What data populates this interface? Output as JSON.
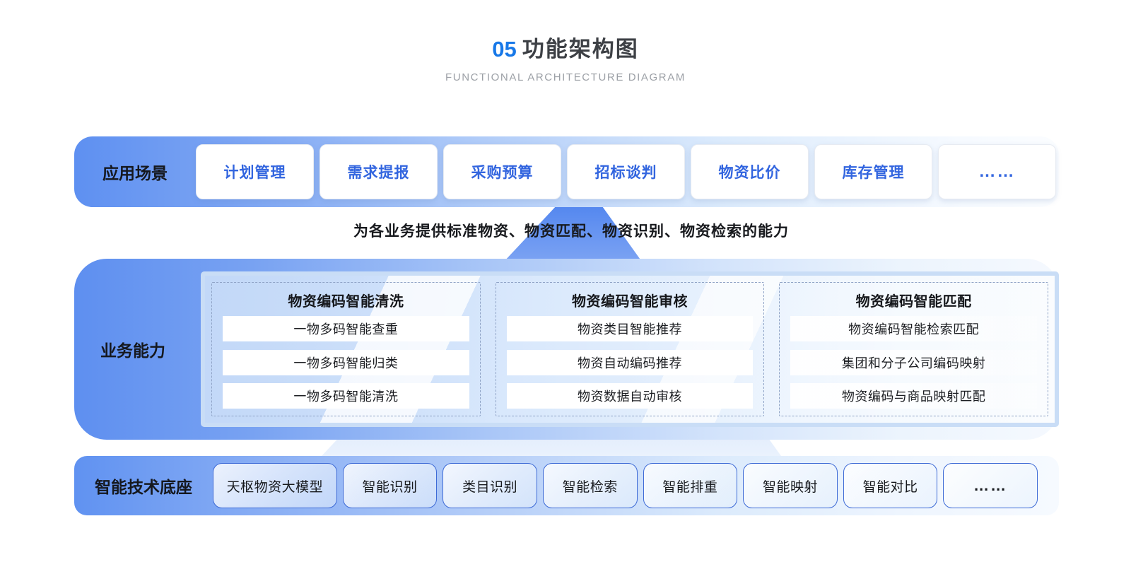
{
  "header": {
    "number": "05",
    "title": "功能架构图",
    "subtitle": "FUNCTIONAL ARCHITECTURE DIAGRAM"
  },
  "caption": "为各业务提供标准物资、物资匹配、物资识别、物资检索的能力",
  "bands": {
    "application": {
      "label": "应用场景",
      "items": [
        "计划管理",
        "需求提报",
        "采购预算",
        "招标谈判",
        "物资比价",
        "库存管理",
        "……"
      ]
    },
    "business": {
      "label": "业务能力",
      "columns": [
        {
          "title": "物资编码智能清洗",
          "items": [
            "一物多码智能查重",
            "一物多码智能归类",
            "一物多码智能清洗"
          ]
        },
        {
          "title": "物资编码智能审核",
          "items": [
            "物资类目智能推荐",
            "物资自动编码推荐",
            "物资数据自动审核"
          ]
        },
        {
          "title": "物资编码智能匹配",
          "items": [
            "物资编码智能检索匹配",
            "集团和分子公司编码映射",
            "物资编码与商品映射匹配"
          ]
        }
      ]
    },
    "tech": {
      "label": "智能技术底座",
      "items": [
        "天枢物资大模型",
        "智能识别",
        "类目识别",
        "智能检索",
        "智能排重",
        "智能映射",
        "智能对比",
        "……"
      ]
    }
  },
  "colors": {
    "accent_blue": "#1778e8",
    "band_gradient_start": "#5e90f1",
    "app_button_text": "#3265df",
    "tech_button_border": "#3d6ad6",
    "dashed_border": "#8fa3c6",
    "subtitle_gray": "#9ca0a6"
  }
}
